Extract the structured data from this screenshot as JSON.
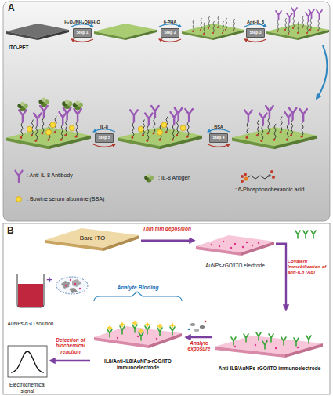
{
  "diagram": {
    "nodes": [
      {
        "text": [
          "ITO-PET"
        ]
      },
      {
        "text": [
          "H₂O₂/NH₄OH/H₂O",
          "Step 1"
        ]
      },
      {
        "text": [
          "6-PHA",
          "Step 2"
        ]
      },
      {
        "text": [
          "Anti-IL 8",
          "Step 3"
        ]
      },
      {
        "text": [
          "BSA",
          "Step 4"
        ]
      },
      {
        "text": [
          "IL-8",
          "Step 5"
        ]
      },
      {
        "text": [
          "Bare ITO"
        ]
      },
      {
        "text": [
          "AuNPs-rGO/ITO electrode"
        ]
      },
      {
        "text": [
          "AuNPs-rGO solution"
        ]
      },
      {
        "text": [
          "Anti-IL8/AuNPs-rGO/ITO immunoelectrode"
        ]
      },
      {
        "text": [
          "IL8/Anti-IL8/AuNPs-rGO/ITO immunoelectrode"
        ]
      },
      {
        "text": [
          "Electrochemical signal"
        ]
      }
    ],
    "edges": [
      {
        "from": 6,
        "to": 7,
        "arrow": "to",
        "label": "Thin film deposition"
      },
      {
        "from": 7,
        "to": 9,
        "arrow": "to",
        "label": "Covalent Immobilization of anti-IL8 (Ab)"
      },
      {
        "from": 9,
        "to": 10,
        "arrow": "to",
        "label": "Analyte exposure"
      },
      {
        "from": 10,
        "to": 11,
        "arrow": "to",
        "label": "Detection of biochemical reaction"
      }
    ],
    "labels": [
      "A",
      "B",
      "Analyte Binding",
      "+"
    ],
    "legend": [
      {
        "text": ": Anti-IL-8 Antibody"
      },
      {
        "text": ": Bowine serum albumine (BSA)"
      },
      {
        "text": ": IL-8 Antigen"
      },
      {
        "text": ": 6-Phosphonohexanoic acid"
      }
    ]
  }
}
